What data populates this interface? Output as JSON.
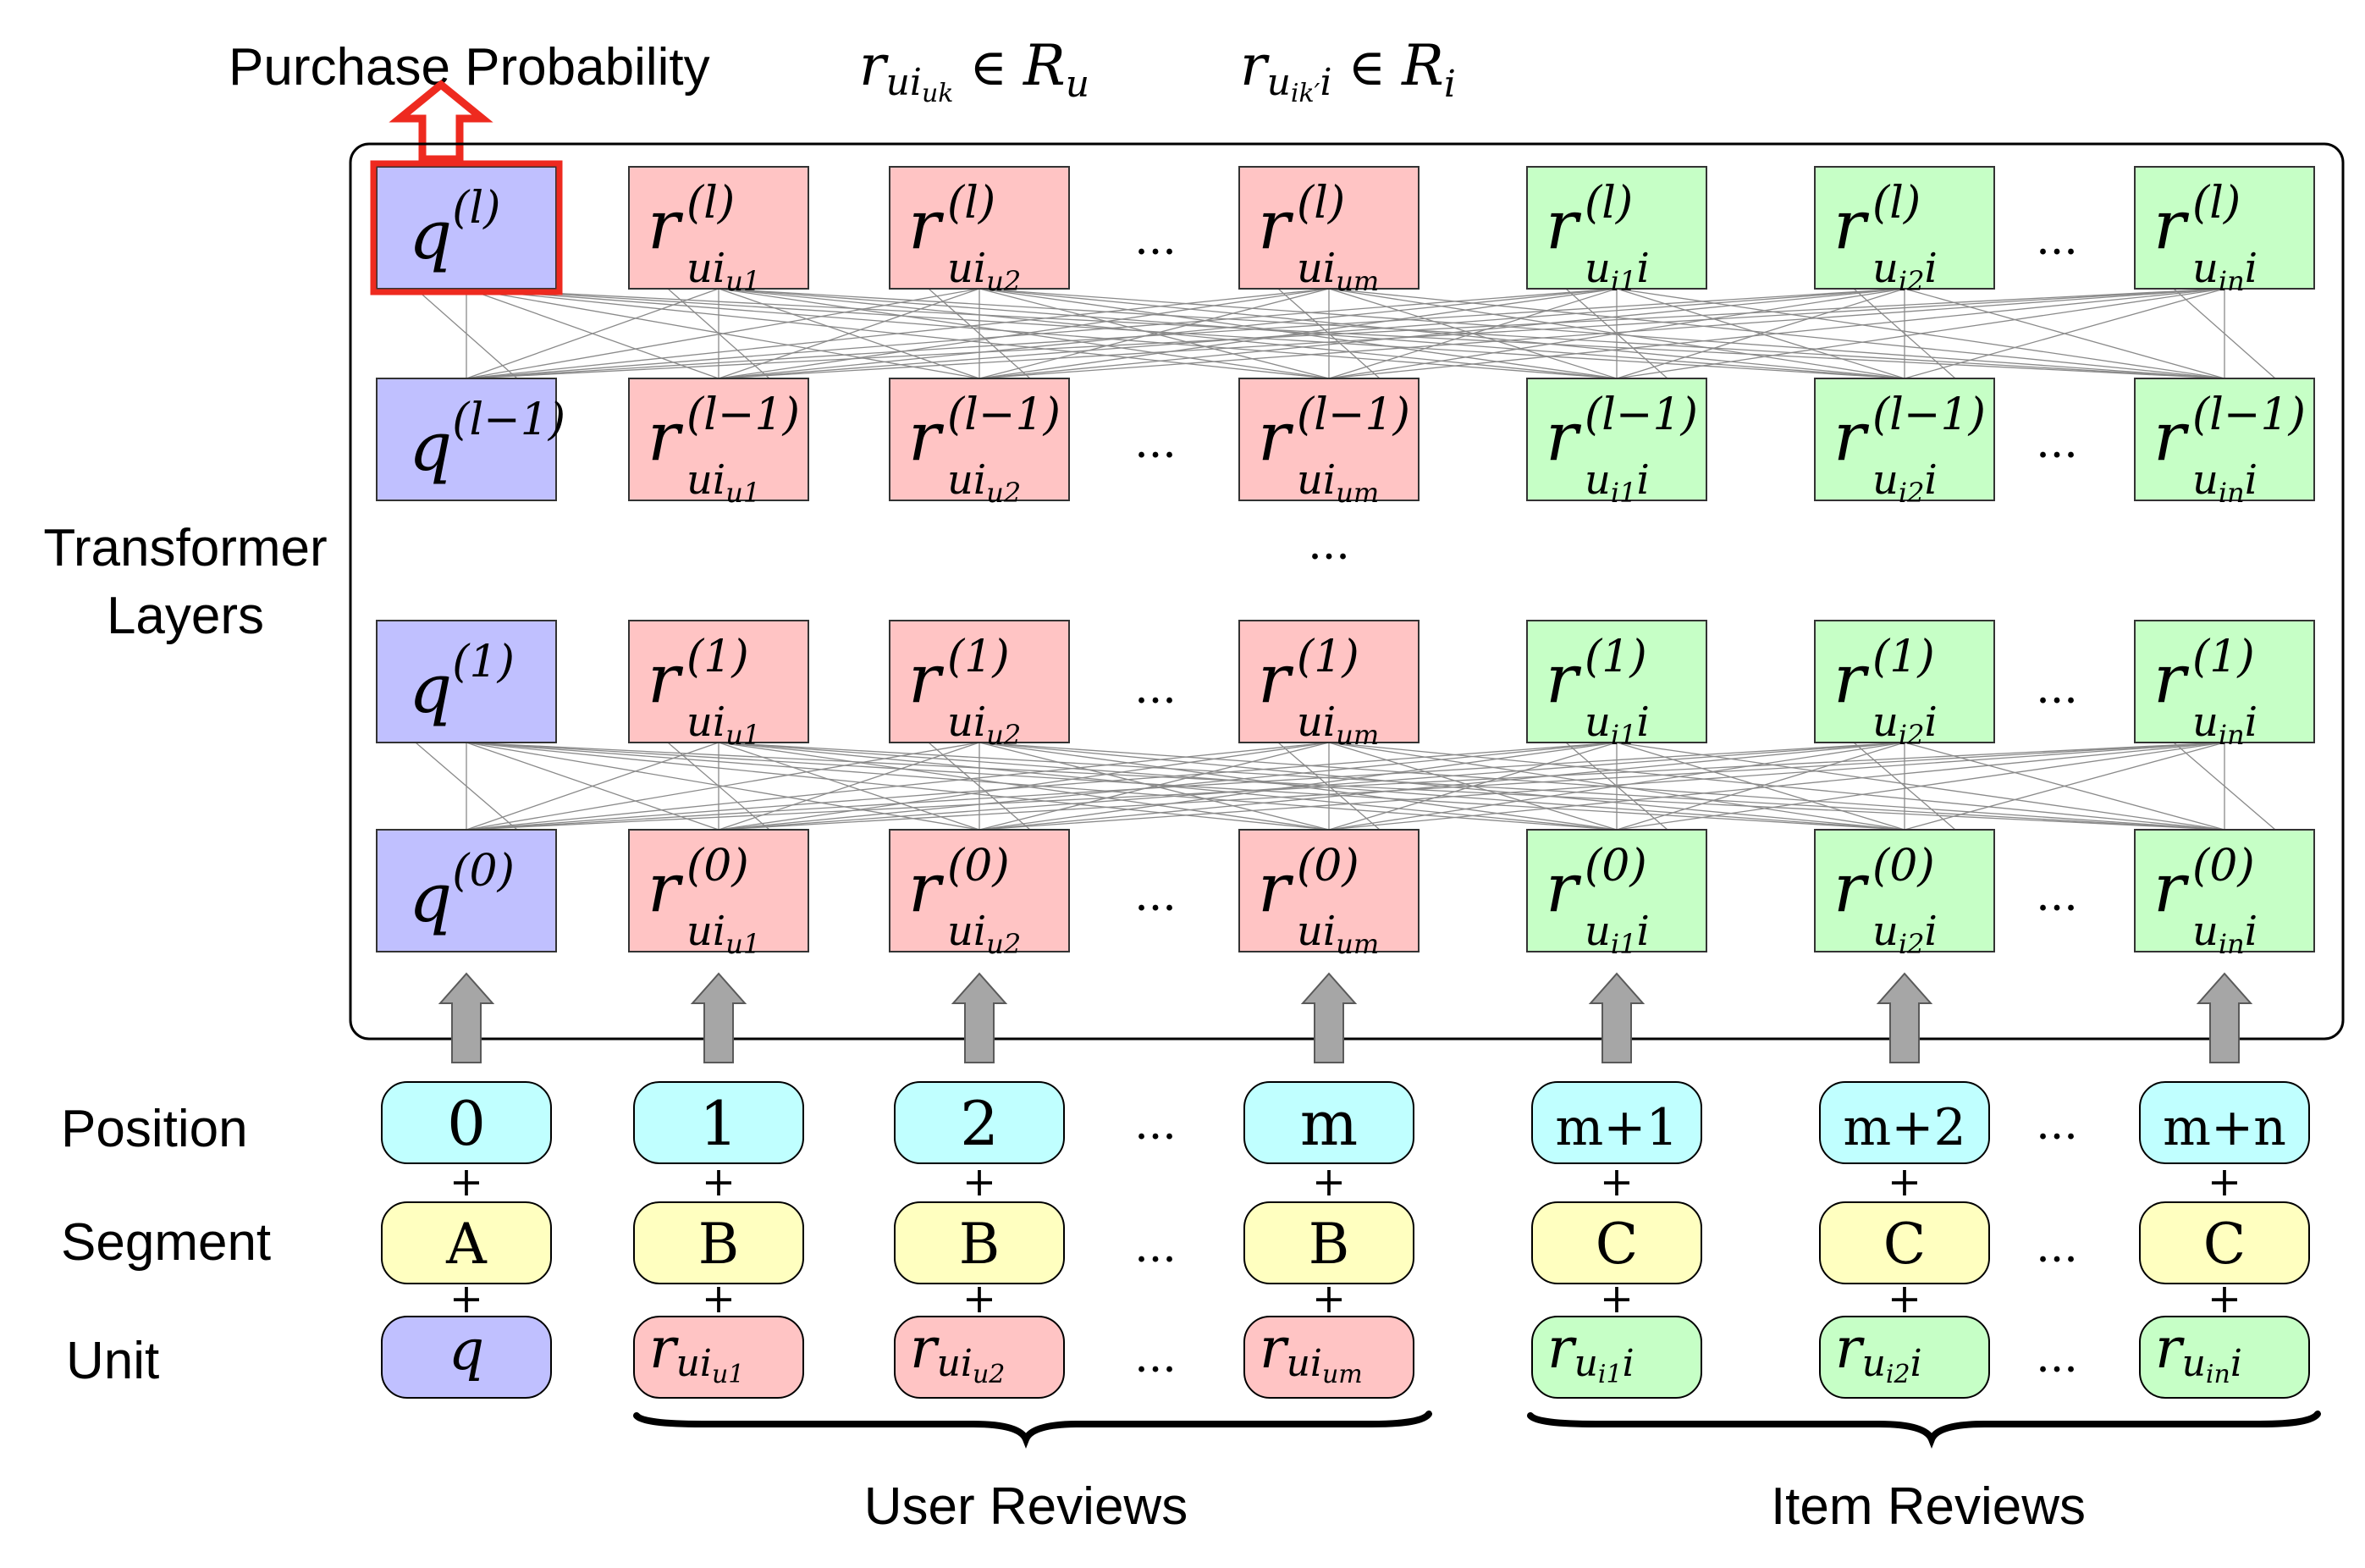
{
  "header": {
    "output_label": "Purchase Probability",
    "user_review_set": {
      "sym": "r",
      "sub": "ui",
      "subsub": "uk",
      "rel": "∈",
      "set": "R",
      "set_sub": "u"
    },
    "item_review_set": {
      "sym": "r",
      "sub": "u",
      "subsub": "ik′",
      "sub_tail": "i",
      "rel": "∈",
      "set": "R",
      "set_sub": "i"
    }
  },
  "side_labels": {
    "transformer_line1": "Transformer",
    "transformer_line2": "Layers",
    "position": "Position",
    "segment": "Segment",
    "unit": "Unit"
  },
  "layers": [
    {
      "sup": "(l)"
    },
    {
      "sup": "(l−1)"
    },
    {
      "sup": "(1)"
    },
    {
      "sup": "(0)"
    }
  ],
  "layer_gap_ellipsis": "...",
  "column_ellipsis": "...",
  "plus_sign": "+",
  "columns": [
    {
      "kind": "q",
      "position": "0",
      "segment": "A",
      "sym": "q",
      "sub": "",
      "subsub": "",
      "tail": ""
    },
    {
      "kind": "user",
      "position": "1",
      "segment": "B",
      "sym": "r",
      "sub": "ui",
      "subsub": "u1",
      "tail": ""
    },
    {
      "kind": "user",
      "position": "2",
      "segment": "B",
      "sym": "r",
      "sub": "ui",
      "subsub": "u2",
      "tail": ""
    },
    {
      "kind": "user",
      "position": "m",
      "segment": "B",
      "sym": "r",
      "sub": "ui",
      "subsub": "um",
      "tail": ""
    },
    {
      "kind": "item",
      "position": "m+1",
      "segment": "C",
      "sym": "r",
      "sub": "u",
      "subsub": "i1",
      "tail": "i"
    },
    {
      "kind": "item",
      "position": "m+2",
      "segment": "C",
      "sym": "r",
      "sub": "u",
      "subsub": "i2",
      "tail": "i"
    },
    {
      "kind": "item",
      "position": "m+n",
      "segment": "C",
      "sym": "r",
      "sub": "u",
      "subsub": "in",
      "tail": "i"
    }
  ],
  "groups": {
    "user": "User Reviews",
    "item": "Item Reviews"
  },
  "colors": {
    "q_fill": "#c0c0ff",
    "user_fill": "#ffc4c4",
    "item_fill": "#c6ffc6",
    "position_fill": "#c0ffff",
    "segment_fill": "#ffffc0",
    "highlight": "#ee2a1f",
    "arrow_fill": "#a6a6a6"
  }
}
